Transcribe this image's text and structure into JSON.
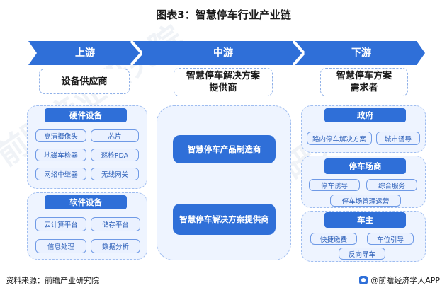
{
  "title": "图表3：智慧停车行业产业链",
  "stages": {
    "upstream": "上游",
    "midstream": "中游",
    "downstream": "下游"
  },
  "roles": {
    "upstream": "设备供应商",
    "midstream_line1": "智慧停车解决方案",
    "midstream_line2": "提供商",
    "downstream_line1": "智慧停车方案",
    "downstream_line2": "需求者"
  },
  "upstream": {
    "hardware": {
      "label": "硬件设备",
      "items": [
        "高清摄像头",
        "芯片",
        "地磁车检器",
        "巡检PDA",
        "网络中继器",
        "无线网关"
      ]
    },
    "software": {
      "label": "软件设备",
      "items": [
        "云计算平台",
        "储存平台",
        "信息处理",
        "数据分析"
      ]
    }
  },
  "midstream": {
    "items": [
      "智慧停车产品制造商",
      "智慧停车解决方案提供商"
    ]
  },
  "downstream": {
    "government": {
      "label": "政府",
      "items": [
        "路内停车解决方案",
        "城市诱导"
      ]
    },
    "parking_operator": {
      "label": "停车场商",
      "items": [
        "停车诱导",
        "综合服务",
        "停车场管理运营"
      ]
    },
    "car_owner": {
      "label": "车主",
      "items": [
        "快捷缴费",
        "车位引导",
        "反向寻车"
      ]
    }
  },
  "footer": {
    "source": "资料来源：前瞻产业研究院",
    "brand": "@前瞻经济学人APP"
  },
  "colors": {
    "accent": "#2f6fd8",
    "soft_bg": "#eef4ff"
  }
}
